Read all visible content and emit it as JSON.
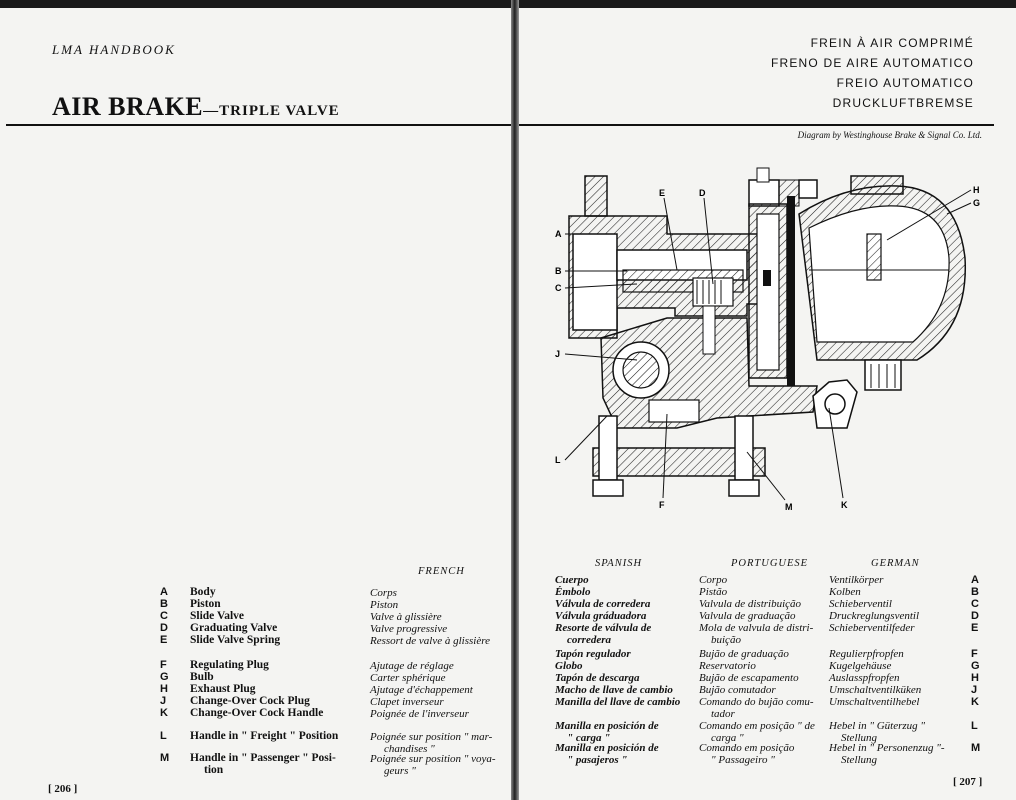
{
  "left_page": {
    "header": "LMA HANDBOOK",
    "title_main": "AIR BRAKE",
    "title_sub": "—TRIPLE VALVE",
    "french_heading": "FRENCH",
    "page_number": "[ 206 ]",
    "rows": [
      {
        "letter": "A",
        "english": "Body",
        "french": "Corps"
      },
      {
        "letter": "B",
        "english": "Piston",
        "french": "Piston"
      },
      {
        "letter": "C",
        "english": "Slide Valve",
        "french": "Valve à glissière"
      },
      {
        "letter": "D",
        "english": "Graduating Valve",
        "french": "Valve progressive"
      },
      {
        "letter": "E",
        "english": "Slide Valve Spring",
        "french": "Ressort de valve à glissière"
      },
      {
        "letter": "F",
        "english": "Regulating Plug",
        "french": "Ajutage de réglage"
      },
      {
        "letter": "G",
        "english": "Bulb",
        "french": "Carter sphérique"
      },
      {
        "letter": "H",
        "english": "Exhaust Plug",
        "french": "Ajutage d'échappement"
      },
      {
        "letter": "J",
        "english": "Change-Over Cock Plug",
        "french": "Clapet inverseur"
      },
      {
        "letter": "K",
        "english": "Change-Over Cock Handle",
        "french": "Poignée de l'inverseur"
      },
      {
        "letter": "L",
        "english": "Handle in \" Freight \" Position",
        "french": "Poignée sur position \" mar-",
        "french2": "chandises \""
      },
      {
        "letter": "M",
        "english": "Handle in \" Passenger \" Posi-",
        "english2": "tion",
        "french": "Poignée sur position \" voya-",
        "french2": "geurs \""
      }
    ]
  },
  "right_page": {
    "titles": [
      "FREIN À AIR COMPRIMÉ",
      "FRENO DE AIRE AUTOMATICO",
      "FREIO AUTOMATICO",
      "DRUCKLUFTBREMSE"
    ],
    "credit": "Diagram by Westinghouse Brake & Signal Co. Ltd.",
    "headings": {
      "spanish": "SPANISH",
      "portuguese": "PORTUGUESE",
      "german": "GERMAN"
    },
    "page_number": "[ 207 ]",
    "diagram_labels": [
      "A",
      "B",
      "C",
      "D",
      "E",
      "F",
      "G",
      "H",
      "J",
      "K",
      "L",
      "M"
    ],
    "rows": [
      {
        "letter": "A",
        "spanish": [
          "Cuerpo"
        ],
        "portuguese": [
          "Corpo"
        ],
        "german": [
          "Ventilkörper"
        ]
      },
      {
        "letter": "B",
        "spanish": [
          "Émbolo"
        ],
        "portuguese": [
          "Pistão"
        ],
        "german": [
          "Kolben"
        ]
      },
      {
        "letter": "C",
        "spanish": [
          "Válvula de corredera"
        ],
        "portuguese": [
          "Valvula de distribuição"
        ],
        "german": [
          "Schieberventil"
        ]
      },
      {
        "letter": "D",
        "spanish": [
          "Válvula gráduadora"
        ],
        "portuguese": [
          "Valvula de graduação"
        ],
        "german": [
          "Druckreglungsventil"
        ]
      },
      {
        "letter": "E",
        "spanish": [
          "Resorte de válvula de",
          "corredera"
        ],
        "portuguese": [
          "Mola de valvula de distri-",
          "buição"
        ],
        "german": [
          "Schieberventilfeder"
        ]
      },
      {
        "letter": "F",
        "spanish": [
          "Tapón regulador"
        ],
        "portuguese": [
          "Bujão de graduação"
        ],
        "german": [
          "Regulierpfropfen"
        ]
      },
      {
        "letter": "G",
        "spanish": [
          "Globo"
        ],
        "portuguese": [
          "Reservatorio"
        ],
        "german": [
          "Kugelgehäuse"
        ]
      },
      {
        "letter": "H",
        "spanish": [
          "Tapón de descarga"
        ],
        "portuguese": [
          "Bujão de escapamento"
        ],
        "german": [
          "Auslasspfropfen"
        ]
      },
      {
        "letter": "J",
        "spanish": [
          "Macho de llave de cambio"
        ],
        "portuguese": [
          "Bujão comutador"
        ],
        "german": [
          "Umschaltventilküken"
        ]
      },
      {
        "letter": "K",
        "spanish": [
          "Manilla del llave de cambio"
        ],
        "portuguese": [
          "Comando do bujão comu-",
          "tador"
        ],
        "german": [
          "Umschaltventilhebel"
        ]
      },
      {
        "letter": "L",
        "spanish": [
          "Manilla en posición de",
          "\" carga \""
        ],
        "portuguese": [
          "Comando em posição \" de",
          "carga \""
        ],
        "german": [
          "Hebel in \" Güterzug \"",
          "Stellung"
        ]
      },
      {
        "letter": "M",
        "spanish": [
          "Manilla en posición de",
          "\" pasajeros \""
        ],
        "portuguese": [
          "Comando em posição",
          "\" Passageiro \""
        ],
        "german": [
          "Hebel in \" Personenzug \"-",
          "Stellung"
        ]
      }
    ]
  }
}
